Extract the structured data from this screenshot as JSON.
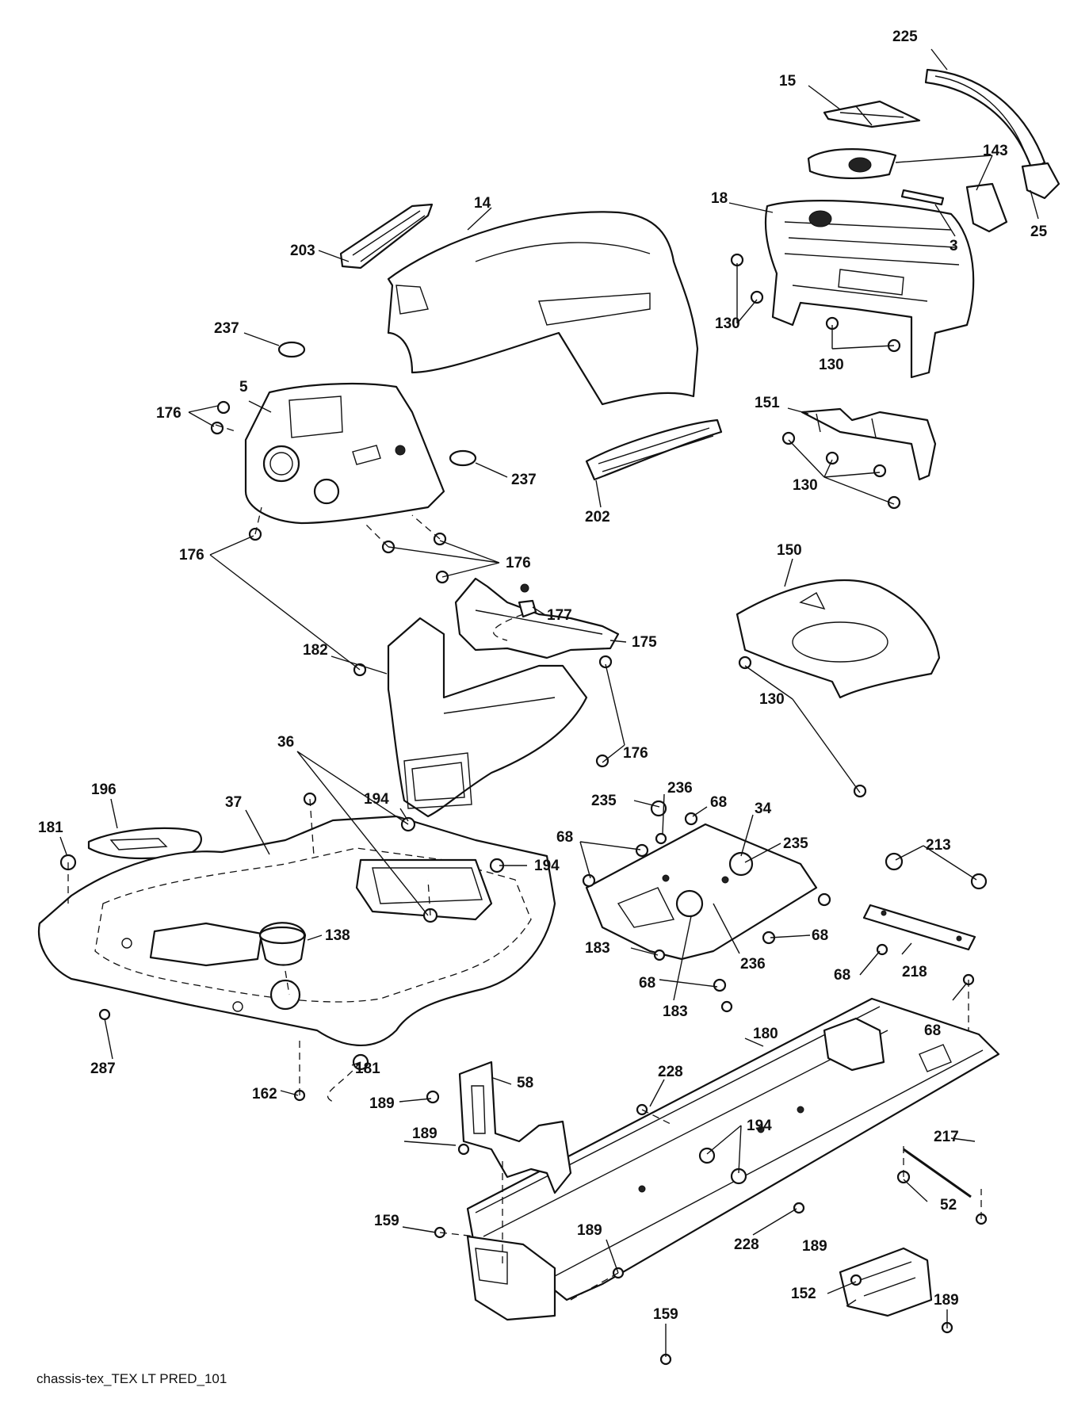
{
  "caption": "chassis-tex_TEX LT PRED_101",
  "callouts": [
    "225",
    "15",
    "143",
    "18",
    "14",
    "203",
    "3",
    "25",
    "130",
    "130",
    "237",
    "5",
    "176",
    "237",
    "202",
    "151",
    "130",
    "176",
    "176",
    "177",
    "175",
    "150",
    "182",
    "130",
    "176",
    "36",
    "196",
    "37",
    "194",
    "181",
    "194",
    "138",
    "235",
    "236",
    "68",
    "34",
    "68",
    "235",
    "213",
    "68",
    "183",
    "68",
    "236",
    "68",
    "183",
    "218",
    "68",
    "287",
    "181",
    "162",
    "180",
    "58",
    "189",
    "228",
    "189",
    "194",
    "217",
    "52",
    "159",
    "189",
    "228",
    "189",
    "152",
    "189",
    "159"
  ]
}
